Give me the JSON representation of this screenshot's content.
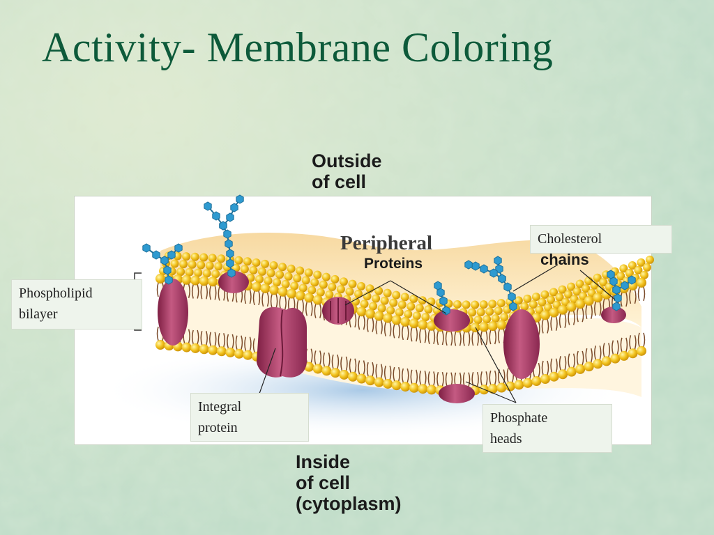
{
  "slide": {
    "title": "Activity- Membrane Coloring"
  },
  "diagram": {
    "outside_label": [
      "Outside",
      "of cell"
    ],
    "inside_label": [
      "Inside",
      "of cell",
      "(cytoplasm)"
    ],
    "peripheral_label": "Peripheral",
    "proteins_label": "Proteins",
    "chains_label": "chains",
    "callouts": {
      "phospholipid_bilayer": [
        "Phospholipid",
        "bilayer"
      ],
      "cholesterol": "Cholesterol",
      "integral_protein": [
        "Integral",
        "protein"
      ],
      "phosphate_heads": [
        "Phosphate",
        "heads"
      ]
    },
    "colors": {
      "title": "#0d5a3a",
      "phosphate_head": "#f2c21d",
      "protein": "#a8345f",
      "carbohydrate_chain": "#2e9ad0",
      "lipid_tail": "#7a4a2a"
    }
  }
}
